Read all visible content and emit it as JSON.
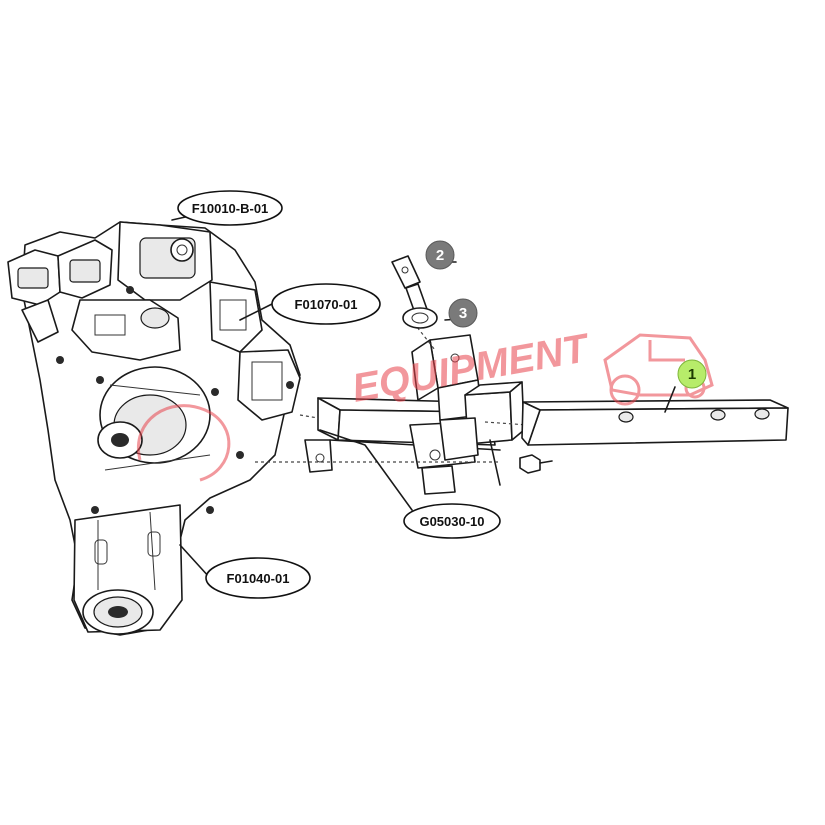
{
  "callouts": {
    "f10010": "F10010-B-01",
    "f01070": "F01070-01",
    "g05030": "G05030-10",
    "f01040": "F01040-01"
  },
  "item_numbers": {
    "n1": "1",
    "n2": "2",
    "n3": "3"
  },
  "watermark": {
    "text": "EQUIPMENT",
    "color": "#e8434c"
  },
  "colors": {
    "highlight_item": "#b7ec6a",
    "item_badge": "#7a7a7a"
  }
}
